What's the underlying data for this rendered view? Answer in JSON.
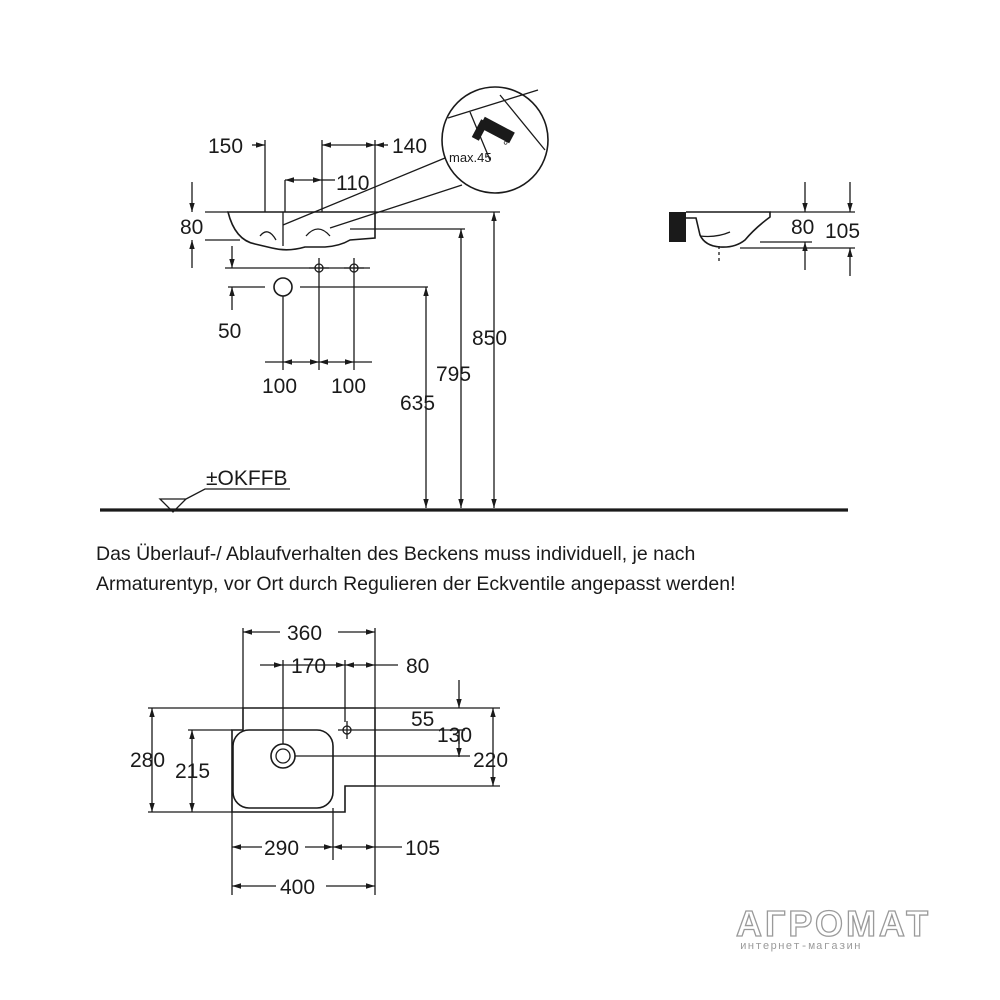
{
  "side_view": {
    "dims": {
      "w150": "150",
      "w140": "140",
      "w110": "110",
      "h80": "80",
      "h50": "50",
      "s100a": "100",
      "s100b": "100",
      "h635": "635",
      "h795": "795",
      "h850": "850"
    },
    "detail_label": "max.45",
    "floor_label": "±OKFFB"
  },
  "end_view": {
    "dims": {
      "h80": "80",
      "h105": "105"
    }
  },
  "note": {
    "line1": "Das Überlauf-/ Ablaufverhalten des Beckens muss individuell, je nach",
    "line2": "Armaturentyp, vor Ort durch Regulieren der Eckventile angepasst werden!"
  },
  "plan_view": {
    "dims": {
      "w360": "360",
      "w170": "170",
      "w80": "80",
      "d55": "55",
      "d130": "130",
      "d220": "220",
      "d280": "280",
      "d215": "215",
      "w290": "290",
      "w105": "105",
      "w400": "400"
    }
  },
  "logo": {
    "name": "АГРОМАТ",
    "tagline": "интернет-магазин"
  }
}
